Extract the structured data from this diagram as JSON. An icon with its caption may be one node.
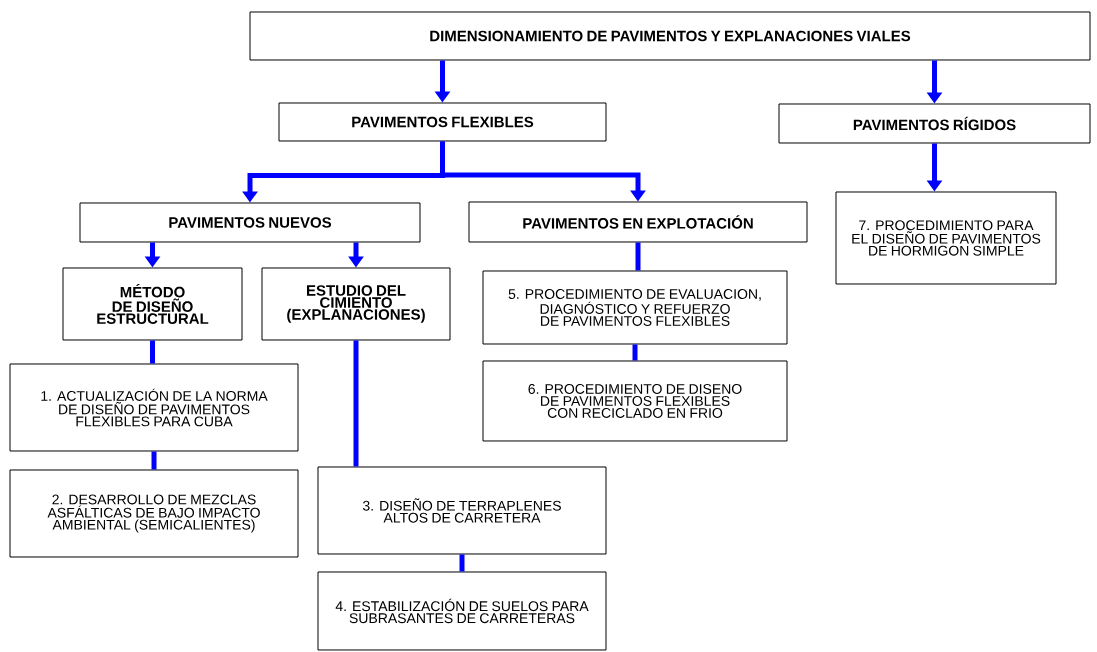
{
  "diagram": {
    "nodes": [
      {
        "text": [
          "DIMENSIONAMIENTO DE PAVIMENTOS Y EXPLANACIONES VIALES"
        ]
      },
      {
        "text": [
          "PAVIMENTOS FLEXIBLES"
        ]
      },
      {
        "text": [
          "PAVIMENTOS RÍGIDOS"
        ]
      },
      {
        "text": [
          "PAVIMENTOS NUEVOS"
        ]
      },
      {
        "text": [
          "PAVIMENTOS EN EXPLOTACIÓN"
        ]
      },
      {
        "text": [
          "MÉTODO DE DISEÑO ESTRUCTURAL"
        ]
      },
      {
        "text": [
          "ESTUDIO DEL CIMIENTO (EXPLANACIONES)"
        ]
      },
      {
        "text": [
          "1. ACTUALIZACIÓN DE LA NORMA DE DISEÑO DE PAVIMENTOS FLEXIBLES PARA CUBA"
        ]
      },
      {
        "text": [
          "2. DESARROLLO DE MEZCLAS ASFÁLTICAS DE BAJO IMPACTO AMBIENTAL (SEMICALIENTES)"
        ]
      },
      {
        "text": [
          "3. DISEÑO DE TERRAPLENES ALTOS DE CARRETERA"
        ]
      },
      {
        "text": [
          "4. ESTABILIZACIÓN DE SUELOS PARA SUBRASANTES DE CARRETERAS"
        ]
      },
      {
        "text": [
          "5. PROCEDIMIENTO DE EVALUACION, DIAGNÓSTICO Y REFUERZO DE PAVIMENTOS FLEXIBLES"
        ]
      },
      {
        "text": [
          "6. PROCEDIMIENTO DE DISENO DE PAVIMENTOS FLEXIBLES CON RECICLADO EN FRIO"
        ]
      },
      {
        "text": [
          "7. PROCEDIMIENTO PARA EL DISEÑO DE PAVIMENTOS DE HORMIGON SIMPLE"
        ]
      }
    ],
    "edges": [
      {
        "from": 0,
        "to": 1,
        "arrow": "to"
      },
      {
        "from": 0,
        "to": 2,
        "arrow": "to"
      },
      {
        "from": 1,
        "to": 3,
        "arrow": "to"
      },
      {
        "from": 1,
        "to": 4,
        "arrow": "to"
      },
      {
        "from": 2,
        "to": 13,
        "arrow": "to"
      },
      {
        "from": 3,
        "to": 5,
        "arrow": "to"
      },
      {
        "from": 3,
        "to": 6,
        "arrow": "to"
      },
      {
        "from": 5,
        "to": 7,
        "arrow": "none"
      },
      {
        "from": 7,
        "to": 8,
        "arrow": "none"
      },
      {
        "from": 6,
        "to": 9,
        "arrow": "none"
      },
      {
        "from": 9,
        "to": 10,
        "arrow": "none"
      },
      {
        "from": 4,
        "to": 11,
        "arrow": "none"
      },
      {
        "from": 11,
        "to": 12,
        "arrow": "none"
      }
    ]
  }
}
